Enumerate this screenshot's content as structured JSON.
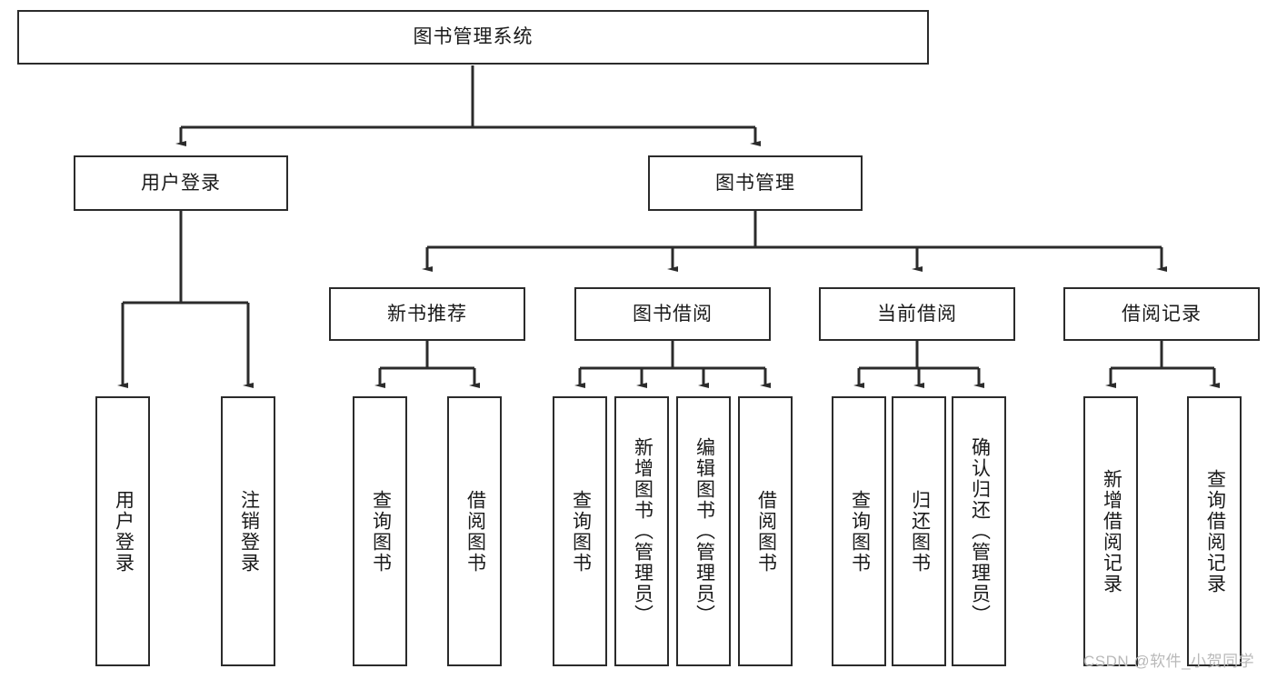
{
  "diagram": {
    "type": "tree-hierarchy",
    "title": "图书管理系统",
    "watermark": "CSDN @软件_小贺同学",
    "colors": {
      "stroke": "#2b2b2b",
      "fill": "#ffffff",
      "text": "#1a1a1a",
      "watermark": "#b9b9b9"
    },
    "nodes": {
      "root": {
        "label": "图书管理系统",
        "level": 1,
        "orientation": "horizontal"
      },
      "l2": [
        {
          "id": "user-login",
          "label": "用户登录",
          "orientation": "horizontal"
        },
        {
          "id": "book-manage",
          "label": "图书管理",
          "orientation": "horizontal"
        }
      ],
      "l3": [
        {
          "id": "new-book-recommend",
          "label": "新书推荐",
          "orientation": "horizontal"
        },
        {
          "id": "book-borrow",
          "label": "图书借阅",
          "orientation": "horizontal"
        },
        {
          "id": "current-borrow",
          "label": "当前借阅",
          "orientation": "horizontal"
        },
        {
          "id": "borrow-record",
          "label": "借阅记录",
          "orientation": "horizontal"
        }
      ],
      "leaves": [
        {
          "id": "leaf-user-login",
          "label": "用户登录",
          "parent": "user-login",
          "orientation": "vertical"
        },
        {
          "id": "leaf-logout-login",
          "label": "注销登录",
          "parent": "user-login",
          "orientation": "vertical"
        },
        {
          "id": "leaf-query-book-1",
          "label": "查询图书",
          "parent": "new-book-recommend",
          "orientation": "vertical"
        },
        {
          "id": "leaf-borrow-book-1",
          "label": "借阅图书",
          "parent": "new-book-recommend",
          "orientation": "vertical"
        },
        {
          "id": "leaf-query-book-2",
          "label": "查询图书",
          "parent": "book-borrow",
          "orientation": "vertical"
        },
        {
          "id": "leaf-add-book",
          "label": "新增图书（管理员）",
          "parent": "book-borrow",
          "orientation": "vertical"
        },
        {
          "id": "leaf-edit-book",
          "label": "编辑图书（管理员）",
          "parent": "book-borrow",
          "orientation": "vertical"
        },
        {
          "id": "leaf-borrow-book-2",
          "label": "借阅图书",
          "parent": "book-borrow",
          "orientation": "vertical"
        },
        {
          "id": "leaf-query-book-3",
          "label": "查询图书",
          "parent": "current-borrow",
          "orientation": "vertical"
        },
        {
          "id": "leaf-return-book",
          "label": "归还图书",
          "parent": "current-borrow",
          "orientation": "vertical"
        },
        {
          "id": "leaf-confirm-return",
          "label": "确认归还（管理员）",
          "parent": "current-borrow",
          "orientation": "vertical"
        },
        {
          "id": "leaf-add-record",
          "label": "新增借阅记录",
          "parent": "borrow-record",
          "orientation": "vertical"
        },
        {
          "id": "leaf-query-record",
          "label": "查询借阅记录",
          "parent": "borrow-record",
          "orientation": "vertical"
        }
      ]
    }
  }
}
